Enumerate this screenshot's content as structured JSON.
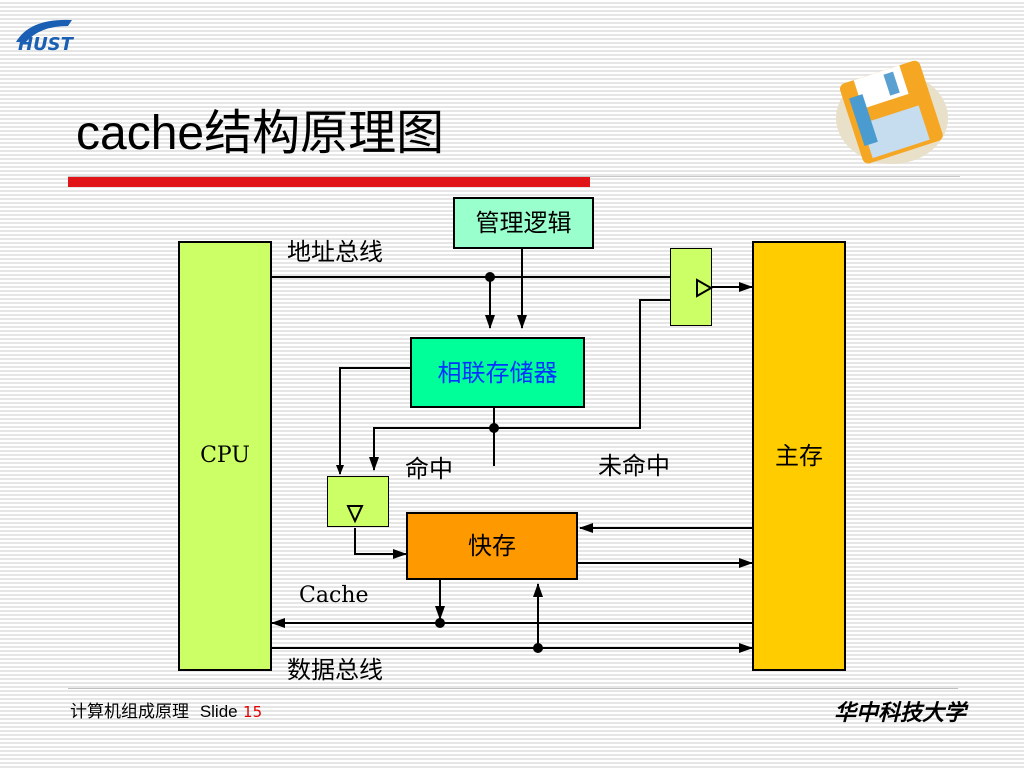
{
  "slide": {
    "title": "cache结构原理图"
  },
  "diagram": {
    "cpu_label": "CPU",
    "main_memory_label": "主存",
    "management_logic_label": "管理逻辑",
    "associative_memory_label": "相联存储器",
    "cache_memory_label": "快存",
    "address_bus_label": "地址总线",
    "data_bus_label": "数据总线",
    "hit_label": "命中",
    "miss_label": "未命中",
    "cache_label": "Cache",
    "colors": {
      "cpu_fill": "#ccff66",
      "main_memory_fill": "#ffcc00",
      "management_logic_fill": "#99ffcc",
      "associative_memory_fill": "#00ff99",
      "associative_memory_text": "#0033ff",
      "cache_fill": "#ff9900",
      "gate_fill": "#ccff66"
    }
  },
  "footer": {
    "course": "计算机组成原理",
    "slide_word": "Slide",
    "page_number": "15",
    "university": "华中科技大学"
  }
}
